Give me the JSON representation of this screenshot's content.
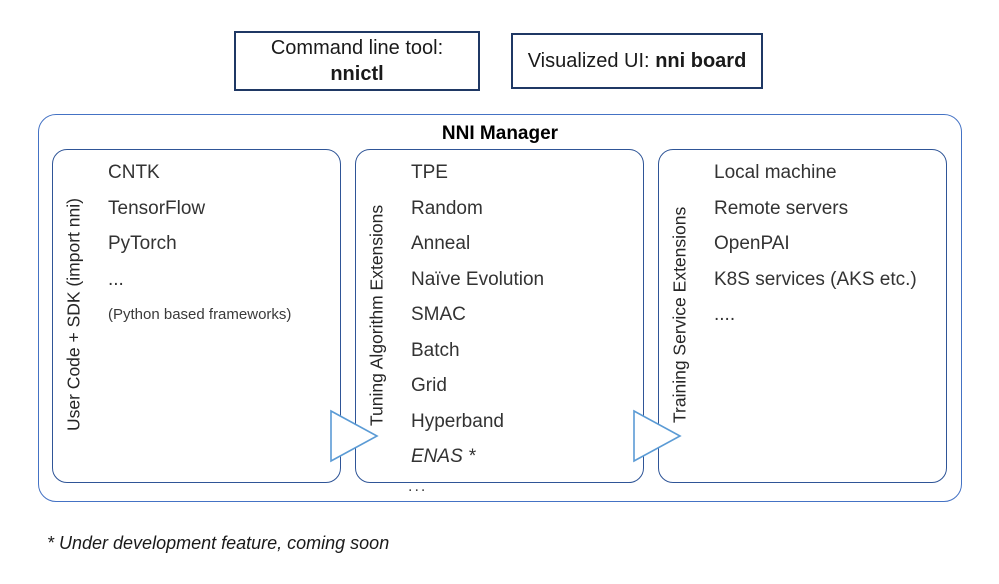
{
  "top_boxes": {
    "cli": {
      "line1": "Command line tool:",
      "line2": "nnictl"
    },
    "ui": {
      "prefix": "Visualized UI: ",
      "bold": "nni board"
    }
  },
  "manager": {
    "title": "NNI Manager",
    "columns": [
      {
        "label": "User Code + SDK (import nni)",
        "items": [
          "CNTK",
          "TensorFlow",
          "PyTorch",
          "..."
        ],
        "note": "(Python based frameworks)"
      },
      {
        "label": "Tuning Algorithm Extensions",
        "items": [
          "TPE",
          "Random",
          "Anneal",
          "Naïve Evolution",
          "SMAC",
          "Batch",
          "Grid",
          "Hyperband"
        ],
        "italic_item": "ENAS *",
        "below_note": "..."
      },
      {
        "label": "Training Service Extensions",
        "items": [
          "Local machine",
          "Remote servers",
          "OpenPAI",
          "K8S services (AKS etc.)",
          "...."
        ]
      }
    ]
  },
  "footnote": "* Under development feature, coming soon",
  "colors": {
    "top_box_border": "#1F3864",
    "outer_border": "#4472C4",
    "inner_border": "#2F5597",
    "arrow_stroke": "#5B9BD5",
    "text": "#333333"
  },
  "icons": {
    "flow_arrow": "right-pointing-triangle-outline"
  }
}
